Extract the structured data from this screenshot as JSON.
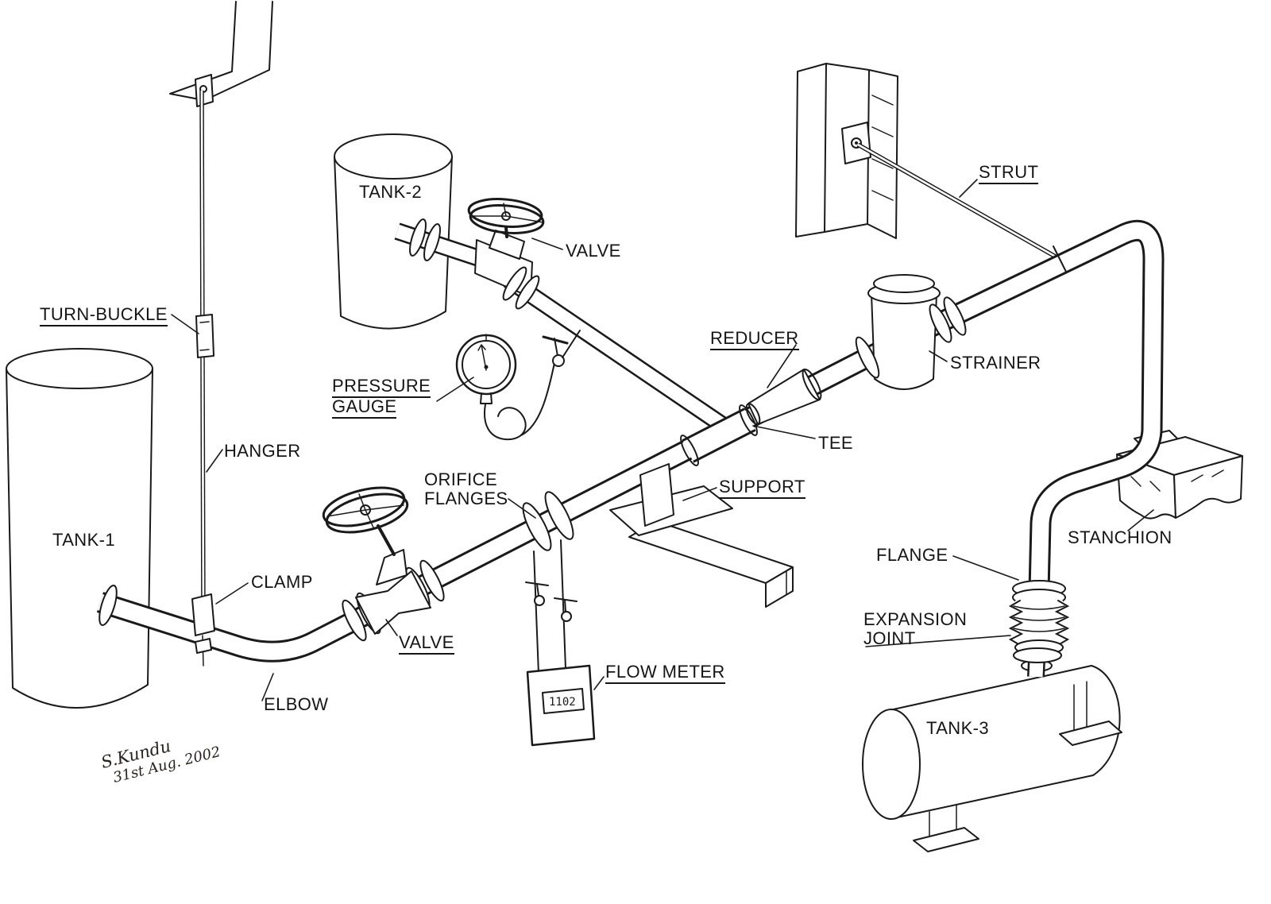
{
  "labels": [
    {
      "id": "turn-buckle",
      "text": "TURN-BUCKLE"
    },
    {
      "id": "tank-2",
      "text": "TANK-2"
    },
    {
      "id": "valve-top",
      "text": "VALVE"
    },
    {
      "id": "strut",
      "text": "STRUT"
    },
    {
      "id": "pressure",
      "text": "PRESSURE"
    },
    {
      "id": "gauge",
      "text": "GAUGE"
    },
    {
      "id": "reducer",
      "text": "REDUCER"
    },
    {
      "id": "strainer",
      "text": "STRAINER"
    },
    {
      "id": "tee",
      "text": "TEE"
    },
    {
      "id": "hanger",
      "text": "HANGER"
    },
    {
      "id": "orifice",
      "text": "ORIFICE"
    },
    {
      "id": "flanges",
      "text": "FLANGES"
    },
    {
      "id": "support",
      "text": "SUPPORT"
    },
    {
      "id": "tank-1",
      "text": "TANK-1"
    },
    {
      "id": "clamp",
      "text": "CLAMP"
    },
    {
      "id": "valve-bottom",
      "text": "VALVE"
    },
    {
      "id": "elbow",
      "text": "ELBOW"
    },
    {
      "id": "flow-meter",
      "text": "FLOW METER"
    },
    {
      "id": "flange",
      "text": "FLANGE"
    },
    {
      "id": "expansion",
      "text": "EXPANSION"
    },
    {
      "id": "joint",
      "text": "JOINT"
    },
    {
      "id": "stanchion",
      "text": "STANCHION"
    },
    {
      "id": "tank-3",
      "text": "TANK-3"
    }
  ],
  "flow_meter": {
    "reading": "1102"
  },
  "signature": {
    "name": "S.Kundu",
    "date": "31st Aug. 2002"
  },
  "colors": {
    "ink": "#1a1a1a",
    "paper": "#ffffff"
  }
}
